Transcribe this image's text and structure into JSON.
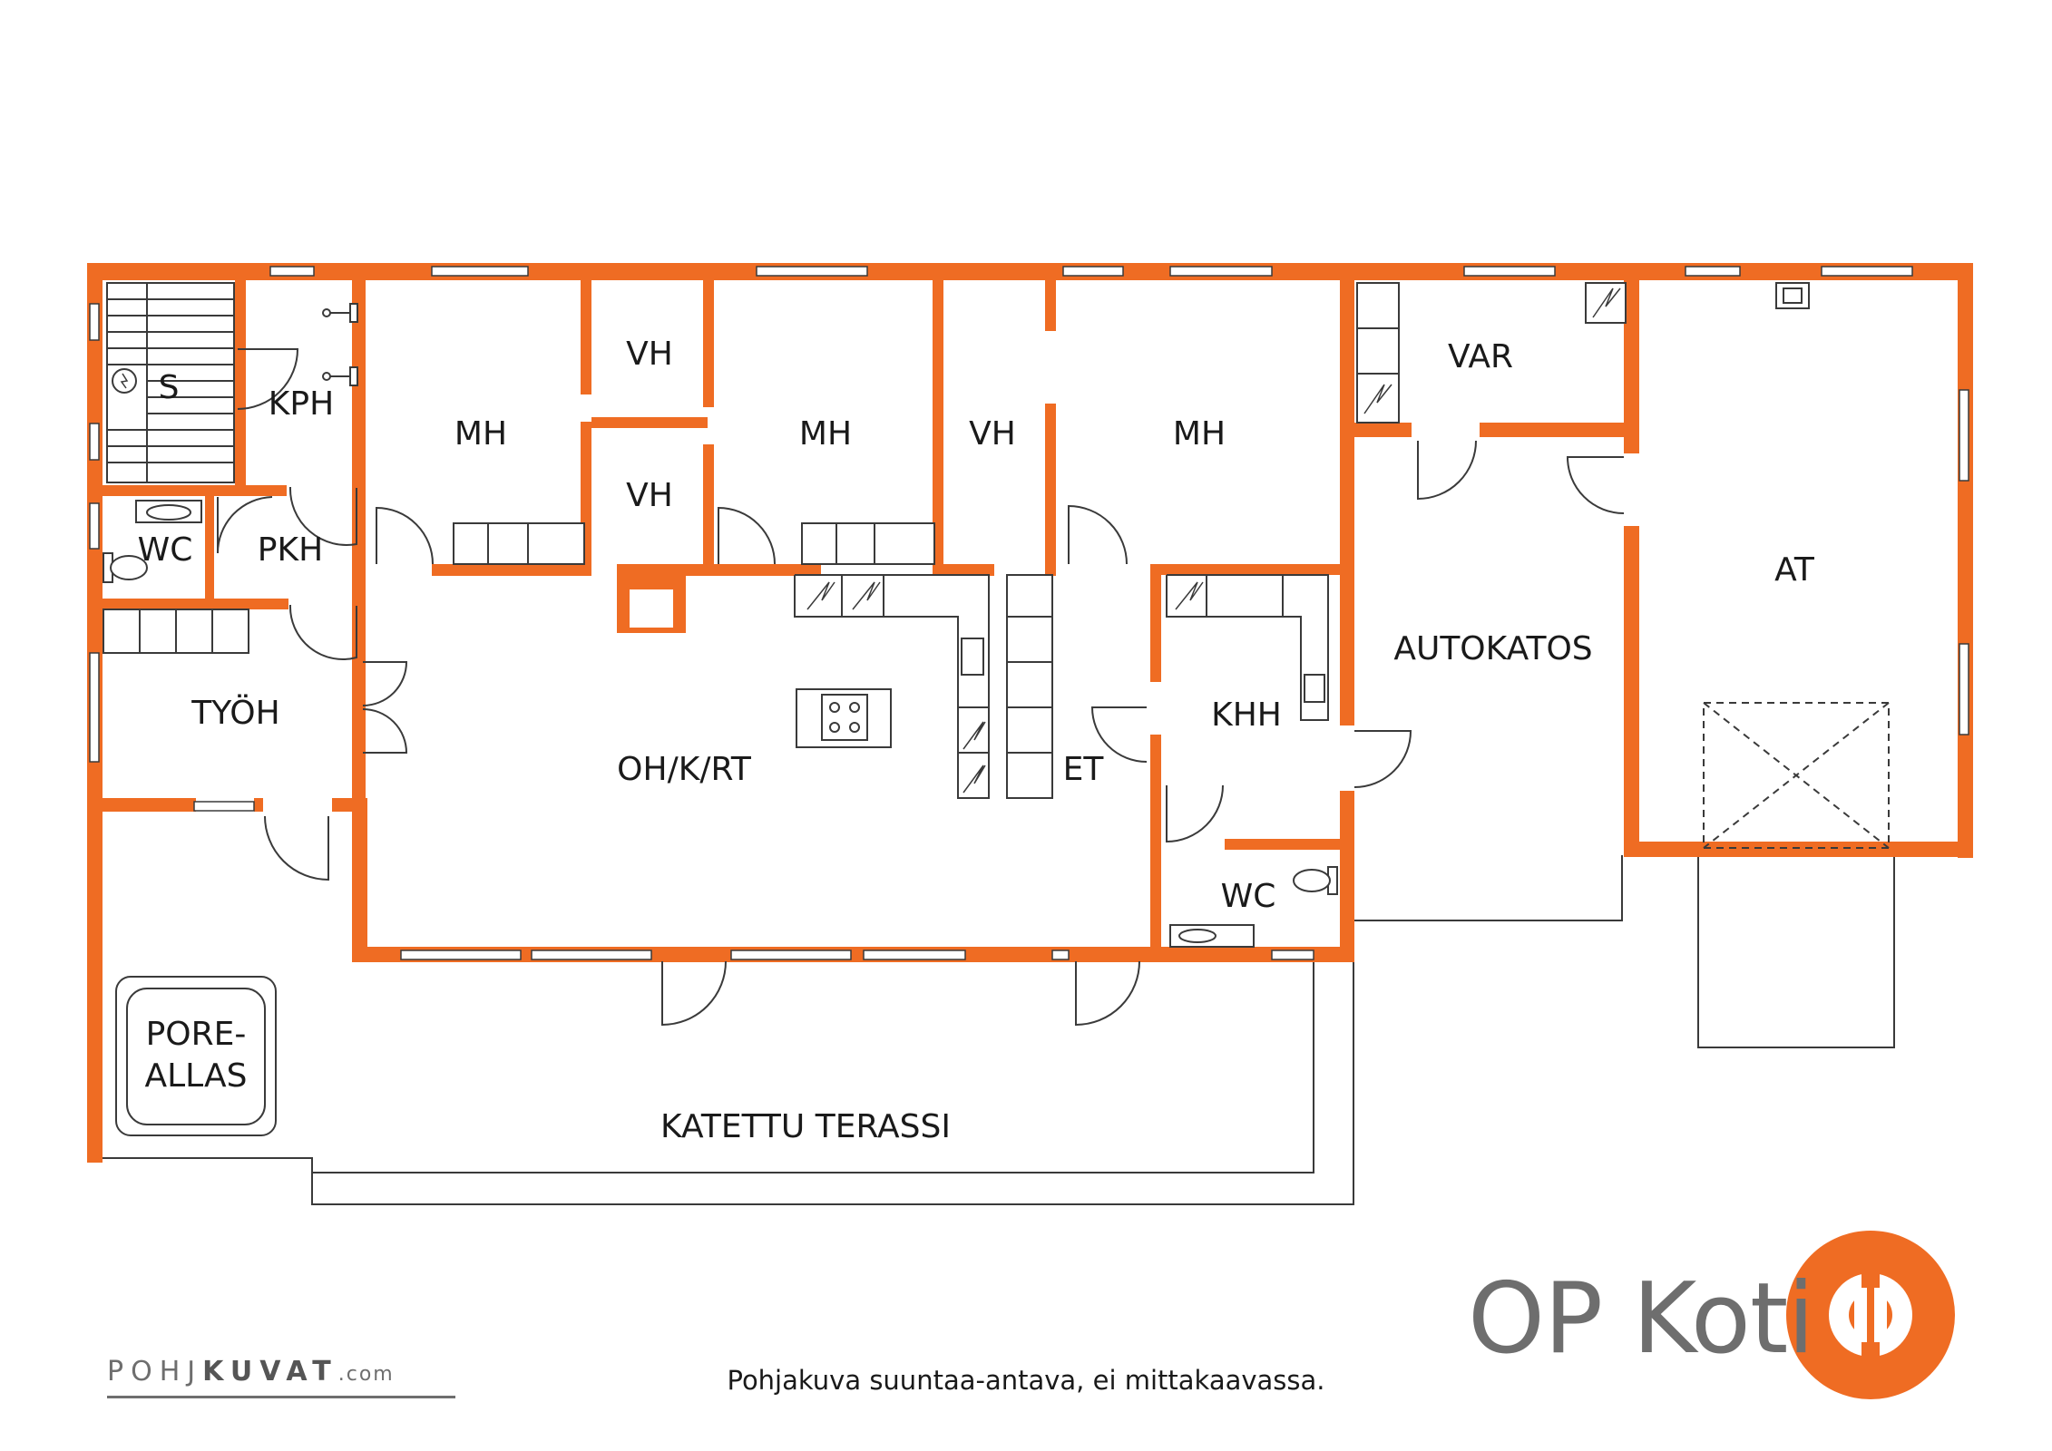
{
  "brand": {
    "name": "OP Koti",
    "accent": "#EF6C23"
  },
  "watermark": {
    "part1": "POHJ",
    "part2": "KUVAT",
    "part3": ".com"
  },
  "footer": {
    "note": "Pohjakuva suuntaa-antava, ei mittakaavassa."
  },
  "rooms": {
    "s": "S",
    "kph": "KPH",
    "wc_left": "WC",
    "pkh": "PKH",
    "tyoh": "TYÖH",
    "mh_1": "MH",
    "vh_1": "VH",
    "vh_2": "VH",
    "mh_2": "MH",
    "vh_3": "VH",
    "mh_3": "MH",
    "var": "VAR",
    "at": "AT",
    "autokatos": "AUTOKATOS",
    "oh_k_rt": "OH/K/RT",
    "et": "ET",
    "khh": "KHH",
    "wc_right": "WC",
    "poreallas_1": "PORE-",
    "poreallas_2": "ALLAS",
    "katettu_terassi": "KATETTU TERASSI"
  },
  "icons": [
    "op-logo-icon",
    "sauna-stove-icon",
    "toilet-icon",
    "sink-icon",
    "stove-icon",
    "shower-icon"
  ]
}
